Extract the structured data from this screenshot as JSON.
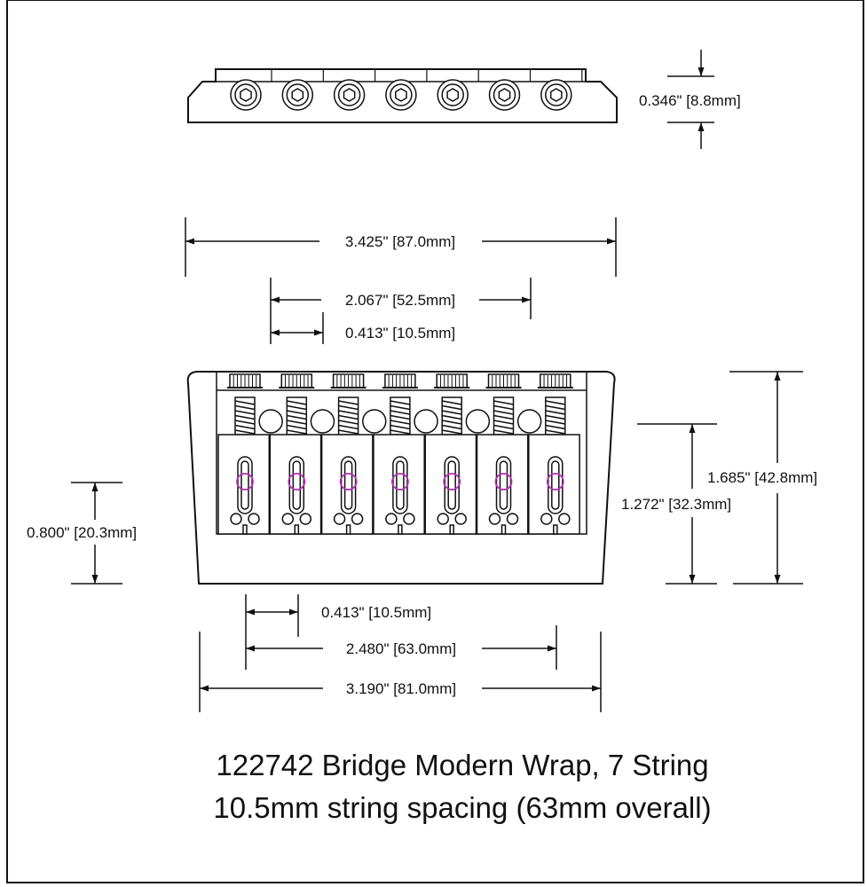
{
  "drawing": {
    "part_number": "122742",
    "caption_line1": "122742 Bridge Modern Wrap, 7 String",
    "caption_line2": "10.5mm string spacing (63mm overall)",
    "string_count": 7,
    "dimensions": {
      "height_side": "0.346\" [8.8mm]",
      "overall_width_top": "3.425\" [87.0mm]",
      "span_top": "2.067\" [52.5mm]",
      "spacing_top": "0.413\" [10.5mm]",
      "total_depth": "1.685\" [42.8mm]",
      "saddle_depth": "1.272\" [32.3mm]",
      "hole_offset": "0.800\" [20.3mm]",
      "spacing_bottom": "0.413\" [10.5mm]",
      "string_span": "2.480\" [63.0mm]",
      "overall_width_bottom": "3.190\" [81.0mm]"
    },
    "colors": {
      "line": "#111111",
      "string_marker": "#b32fb3",
      "background": "#ffffff"
    }
  }
}
